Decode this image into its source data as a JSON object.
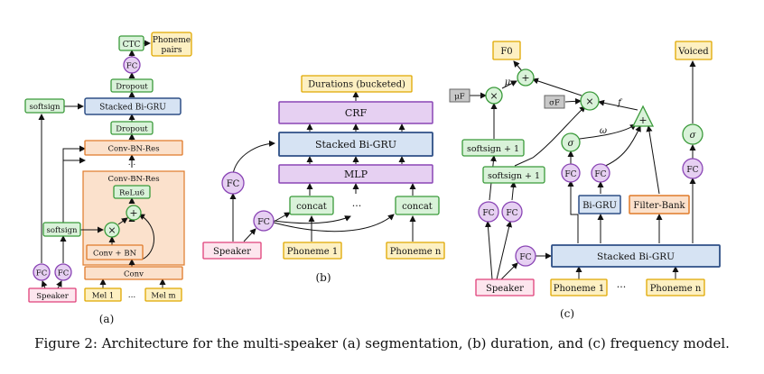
{
  "caption": "Figure 2: Architecture for the multi-speaker (a) segmentation, (b) duration, and (c) frequency model.",
  "colors": {
    "green_fill": "#d9f2d9",
    "green_stroke": "#3a9a3a",
    "blue_fill": "#d6e3f3",
    "blue_stroke": "#2e4f86",
    "purple_fill": "#e6d0f2",
    "purple_stroke": "#8a45b5",
    "yellow_fill": "#fdf0c2",
    "yellow_stroke": "#e0a800",
    "pink_fill": "#fde6ee",
    "pink_stroke": "#e0407a",
    "orange_fill": "#fbe1cc",
    "orange_stroke": "#e07a2a",
    "gray_fill": "#c8c8c8",
    "gray_stroke": "#666666"
  },
  "panel_a": {
    "label": "(a)",
    "ctc": "CTC",
    "phoneme_pairs_1": "Phoneme",
    "phoneme_pairs_2": "pairs",
    "fc": "FC",
    "dropout": "Dropout",
    "stacked_bigru": "Stacked Bi-GRU",
    "softsign": "softsign",
    "conv_bn_res": "Conv-BN-Res",
    "dots": "...",
    "relu6": "ReLu6",
    "plus": "+",
    "times": "×",
    "conv_bn": "Conv + BN",
    "conv": "Conv",
    "speaker": "Speaker",
    "mel_1": "Mel 1",
    "mel_m": "Mel m"
  },
  "panel_b": {
    "label": "(b)",
    "durations": "Durations (bucketed)",
    "crf": "CRF",
    "stacked_bigru": "Stacked Bi-GRU",
    "mlp": "MLP",
    "concat": "concat",
    "fc": "FC",
    "dots": "···",
    "speaker": "Speaker",
    "phoneme_1": "Phoneme 1",
    "phoneme_n": "Phoneme n"
  },
  "panel_c": {
    "label": "(c)",
    "f0": "F0",
    "voiced": "Voiced",
    "plus": "+",
    "times": "×",
    "mu": "μ",
    "mu_f": "μF",
    "sigma_f": "σF",
    "f": "f",
    "omega": "ω",
    "sigma": "σ",
    "softsign_plus_1": "softsign + 1",
    "fc": "FC",
    "bigru": "Bi-GRU",
    "filter_bank": "Filter-Bank",
    "stacked_bigru": "Stacked Bi-GRU",
    "speaker": "Speaker",
    "phoneme_1": "Phoneme 1",
    "phoneme_n": "Phoneme n",
    "dots": "···"
  }
}
